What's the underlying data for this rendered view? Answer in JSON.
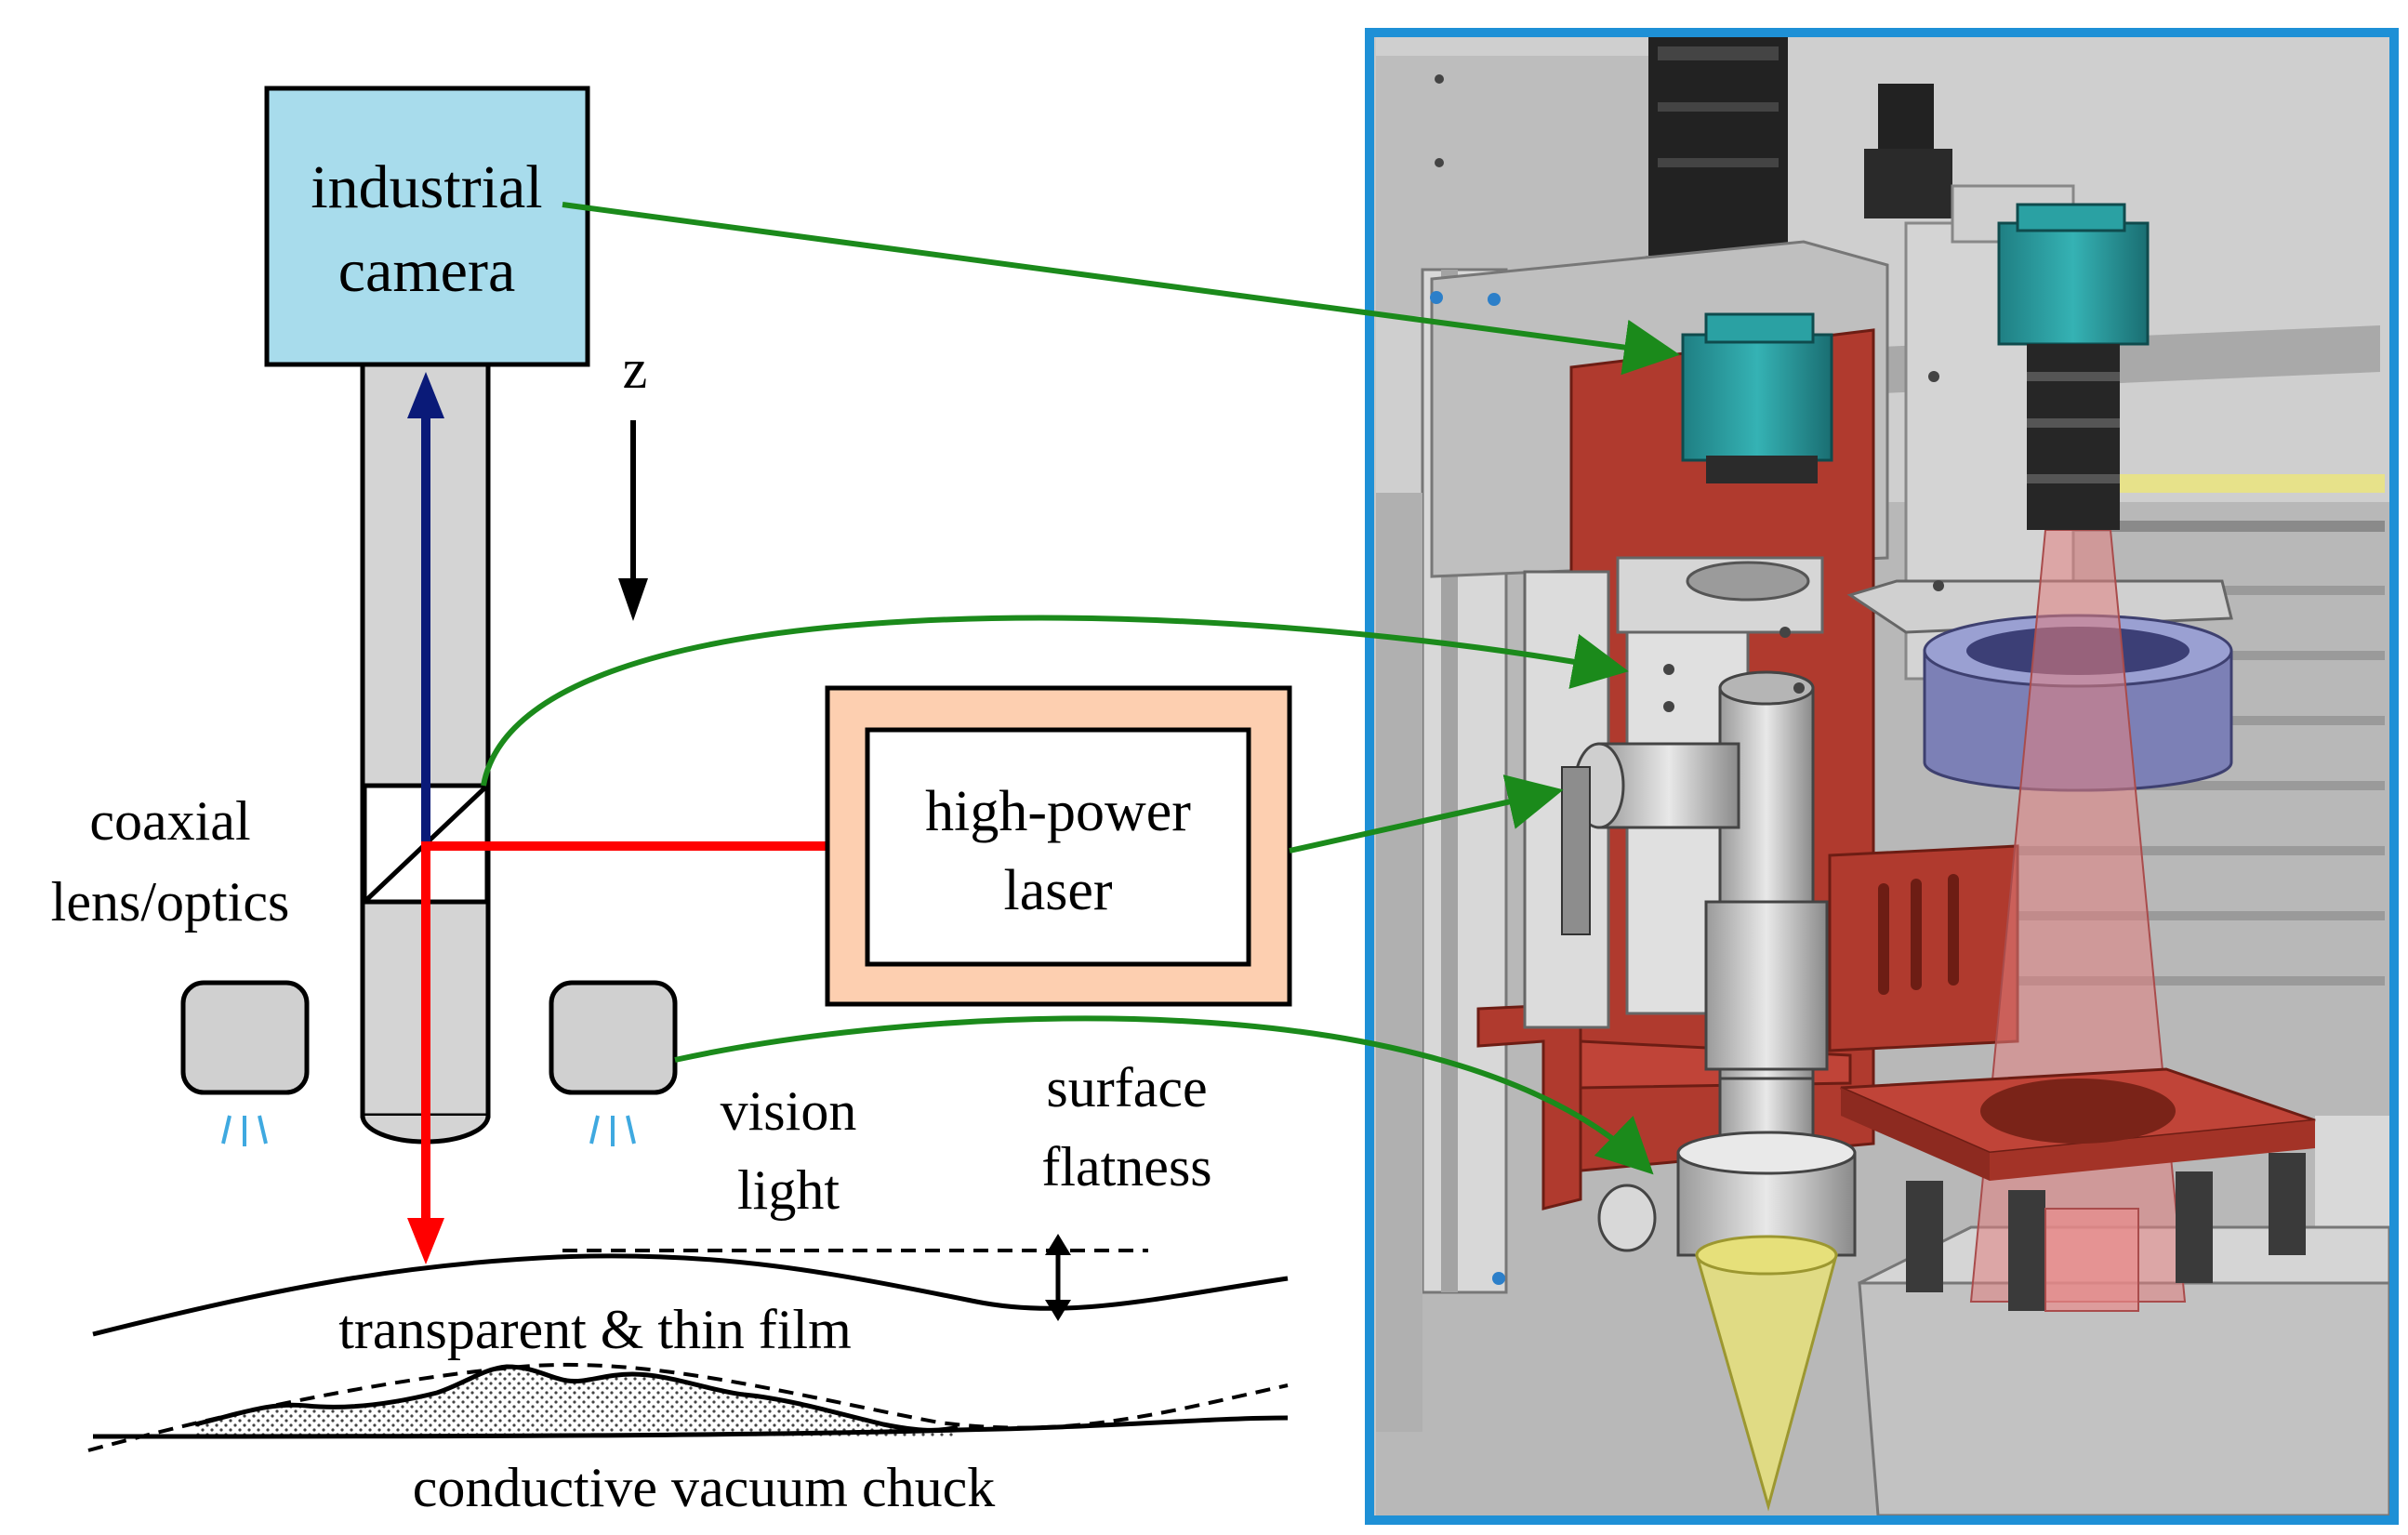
{
  "labels": {
    "camera_line1": "industrial",
    "camera_line2": "camera",
    "z_axis": "z",
    "coaxial_line1": "coaxial",
    "coaxial_line2": "lens/optics",
    "laser_line1": "high-power",
    "laser_line2": "laser",
    "vision_line1": "vision",
    "vision_line2": "light",
    "flatness_line1": "surface",
    "flatness_line2": "flatness",
    "film": "transparent & thin film",
    "chuck": "conductive vacuum chuck"
  },
  "colors": {
    "camera_fill": "#a8dcec",
    "laser_outer": "#fdcfb0",
    "tube_fill": "#d4d4d4",
    "light_fill": "#d0d0d0",
    "laser_beam": "#ff0000",
    "vision_beam": "#0a1a78",
    "callout_arrow": "#1b8a1b",
    "photo_frame": "#1e90d6",
    "machine_red": "#b03a2e",
    "camera_teal": "#2a9ea0",
    "ring_blue": "#7c80b6",
    "cone_yellow": "#e6e07a",
    "light_glow": "#3fa9e0"
  }
}
